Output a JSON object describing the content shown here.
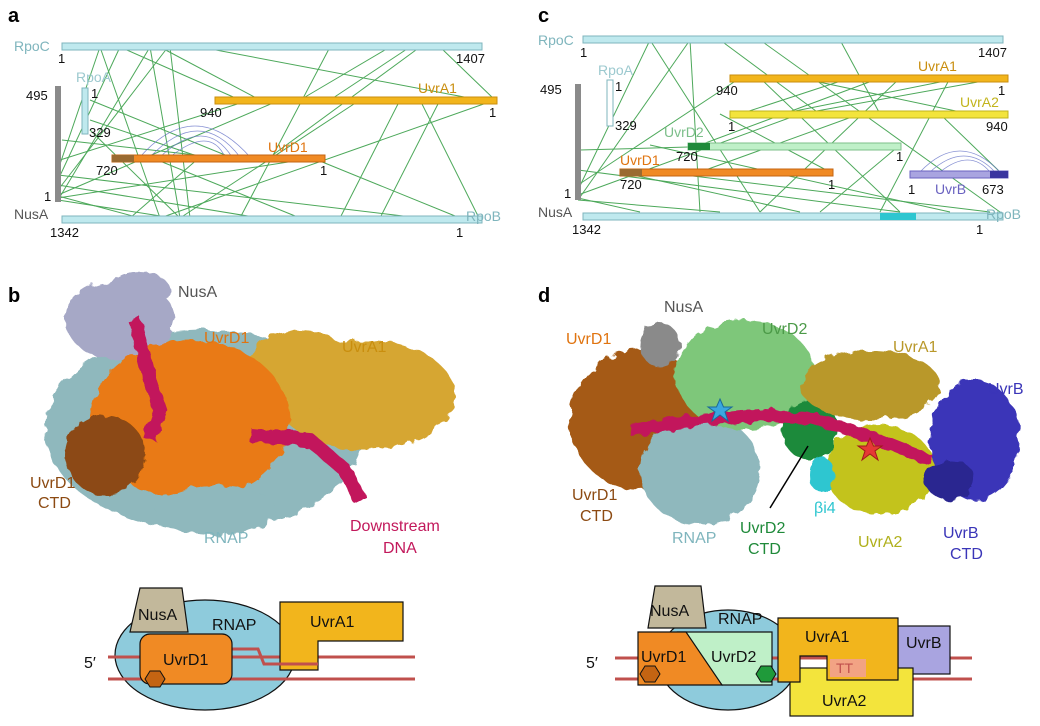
{
  "panels": {
    "a": "a",
    "b": "b",
    "c": "c",
    "d": "d"
  },
  "panel_a": {
    "rpoc": "RpoC",
    "rpoc_start": "1",
    "rpoc_end": "1407",
    "rpoa": "RpoA",
    "rpoa_start": "1",
    "rpoa_end": "329",
    "nusa": "NusA",
    "nusa_top": "495",
    "nusa_bottom": "1",
    "uvra1": "UvrA1",
    "uvra1_start": "940",
    "uvra1_end": "1",
    "uvrd1": "UvrD1",
    "uvrd1_start": "720",
    "uvrd1_end": "1",
    "rpob": "RpoB",
    "rpob_start": "1342",
    "rpob_end": "1"
  },
  "panel_c": {
    "rpoc": "RpoC",
    "rpoc_start": "1",
    "rpoc_end": "1407",
    "rpoa": "RpoA",
    "rpoa_start": "1",
    "rpoa_end": "329",
    "nusa": "NusA",
    "nusa_top": "495",
    "nusa_bottom": "1",
    "uvra1": "UvrA1",
    "uvra1_start": "940",
    "uvra1_end": "1",
    "uvra2": "UvrA2",
    "uvra2_start": "1",
    "uvra2_end": "940",
    "uvrd2": "UvrD2",
    "uvrd2_start": "720",
    "uvrd2_end": "1",
    "uvrd1": "UvrD1",
    "uvrd1_start": "720",
    "uvrd1_end": "1",
    "uvrb": "UvrB",
    "uvrb_start": "1",
    "uvrb_end": "673",
    "rpob": "RpoB",
    "rpob_start": "1342",
    "rpob_end": "1"
  },
  "panel_b": {
    "nusa": "NusA",
    "uvrd1": "UvrD1",
    "uvra1": "UvrA1",
    "uvrd1_ctd_1": "UvrD1",
    "uvrd1_ctd_2": "CTD",
    "rnap": "RNAP",
    "dna_1": "Downstream",
    "dna_2": "DNA"
  },
  "panel_d": {
    "uvrd1": "UvrD1",
    "nusa": "NusA",
    "uvrd2": "UvrD2",
    "uvra1": "UvrA1",
    "uvrb": "UvrB",
    "uvrd1_ctd_1": "UvrD1",
    "uvrd1_ctd_2": "CTD",
    "rnap": "RNAP",
    "uvrd2_ctd_1": "UvrD2",
    "uvrd2_ctd_2": "CTD",
    "bi4": "βi4",
    "uvra2": "UvrA2",
    "uvrb_ctd_1": "UvrB",
    "uvrb_ctd_2": "CTD"
  },
  "cartoon_b": {
    "nusa": "NusA",
    "rnap": "RNAP",
    "uvra1": "UvrA1",
    "uvrd1": "UvrD1",
    "five_prime": "5′"
  },
  "cartoon_d": {
    "nusa": "NusA",
    "rnap": "RNAP",
    "uvra1": "UvrA1",
    "uvrb": "UvrB",
    "uvrd1": "UvrD1",
    "uvrd2": "UvrD2",
    "uvra2": "UvrA2",
    "tt": "TT",
    "five_prime": "5′"
  },
  "colors": {
    "rnap": "#bfe9ee",
    "nusa": "#8a8a8a",
    "uvra1": "#f2b51c",
    "uvra2": "#f3e43c",
    "uvrd1": "#f08a24",
    "uvrd2": "#bff0c8",
    "uvrb": "#a9a4e0",
    "crosslink": "#2e9a3e",
    "dna": "#c2185b",
    "dna_line": "#c0504d"
  }
}
